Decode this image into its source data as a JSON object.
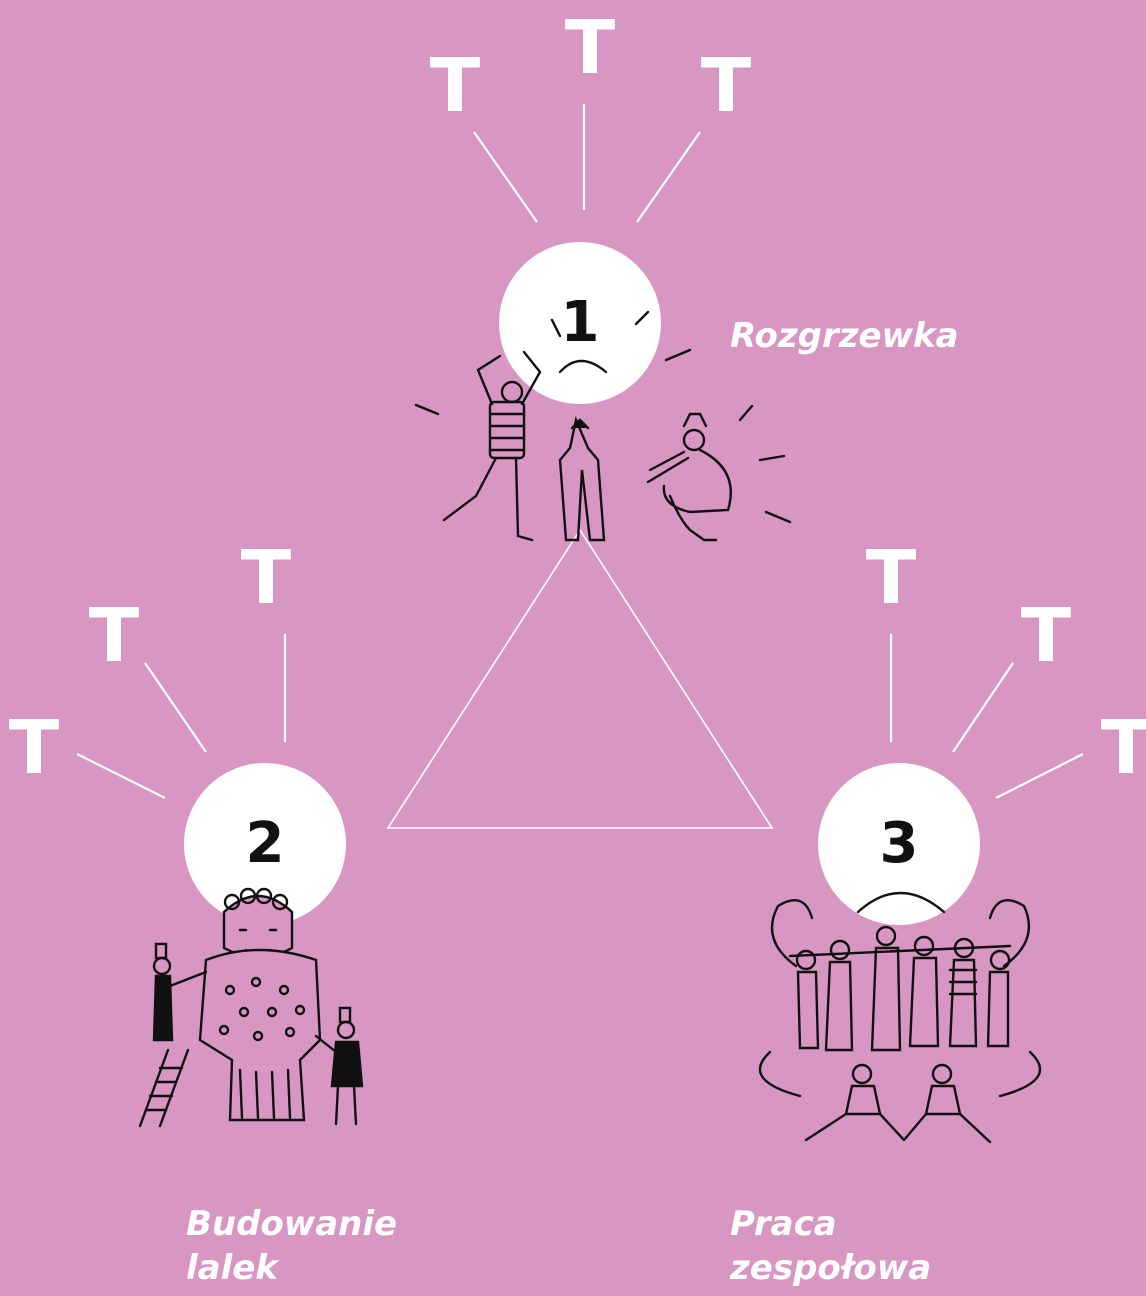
{
  "colors": {
    "background": "#d897c2",
    "accent": "#ffffff",
    "ink": "#111111"
  },
  "nodes": [
    {
      "number": "1",
      "caption": "Rozgrzewka"
    },
    {
      "number": "2",
      "caption_lines": [
        "Budowanie",
        "lalek"
      ]
    },
    {
      "number": "3",
      "caption_lines": [
        "Praca",
        "zespołowa"
      ]
    }
  ],
  "ray_letter": "T",
  "illustrations": [
    "stretching-figures-drawing",
    "giant-puppet-drawing",
    "team-circle-drawing"
  ]
}
